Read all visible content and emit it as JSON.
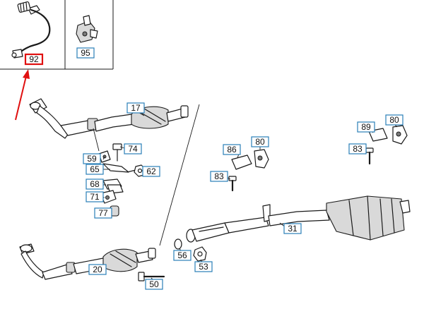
{
  "diagram": {
    "highlight_color": "#e01010",
    "label_border_color": "#2a7fb8",
    "highlighted_part": "92",
    "part_labels": [
      {
        "id": "92",
        "text": "92"
      },
      {
        "id": "95",
        "text": "95"
      },
      {
        "id": "17",
        "text": "17"
      },
      {
        "id": "74",
        "text": "74"
      },
      {
        "id": "59",
        "text": "59"
      },
      {
        "id": "65",
        "text": "65"
      },
      {
        "id": "62",
        "text": "62"
      },
      {
        "id": "68",
        "text": "68"
      },
      {
        "id": "71",
        "text": "71"
      },
      {
        "id": "77",
        "text": "77"
      },
      {
        "id": "20",
        "text": "20"
      },
      {
        "id": "50",
        "text": "50"
      },
      {
        "id": "56",
        "text": "56"
      },
      {
        "id": "53",
        "text": "53"
      },
      {
        "id": "86",
        "text": "86"
      },
      {
        "id": "80a",
        "text": "80"
      },
      {
        "id": "83a",
        "text": "83"
      },
      {
        "id": "31",
        "text": "31"
      },
      {
        "id": "89",
        "text": "89"
      },
      {
        "id": "80b",
        "text": "80"
      },
      {
        "id": "83b",
        "text": "83"
      }
    ]
  }
}
